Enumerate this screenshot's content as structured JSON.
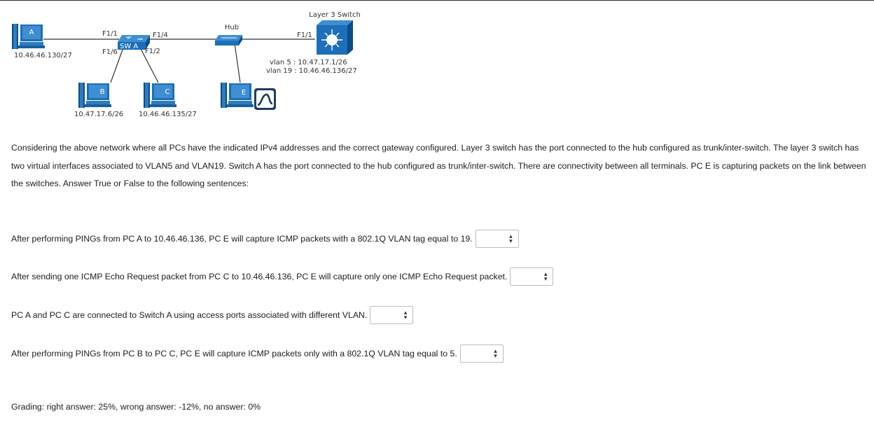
{
  "diagram": {
    "hosts": [
      {
        "id": "A",
        "label": "A",
        "ip": "10.46.46.130/27"
      },
      {
        "id": "B",
        "label": "B",
        "ip": "10.47.17.6/26"
      },
      {
        "id": "C",
        "label": "C",
        "ip": "10.46.46.135/27"
      },
      {
        "id": "E",
        "label": "E",
        "ip": ""
      }
    ],
    "switch_a": {
      "label": "SW A",
      "ports": {
        "f11": "F1/1",
        "f14": "F1/4",
        "f16": "F1/6",
        "f12": "F1/2"
      }
    },
    "hub": {
      "label": "Hub"
    },
    "layer3": {
      "label": "Layer 3 Switch",
      "port": "F1/1",
      "vlan5": "vlan 5 : 10.47.17.1/26",
      "vlan19": "vlan 19 : 10.46.46.136/27"
    },
    "colors": {
      "device_blue": "#1c6fb8",
      "device_dark": "#0d4c86",
      "link": "#333333"
    }
  },
  "intro": "Considering the above network where all PCs have the indicated IPv4 addresses and the correct gateway configured. Layer 3 switch has the port connected to the hub configured as trunk/inter-switch. The layer 3 switch has two virtual interfaces associated to VLAN5 and VLAN19. Switch A has the port connected to the hub configured as trunk/inter-switch. There are connectivity between all terminals. PC E is capturing packets on the link between the switches. Answer True or False to the following sentences:",
  "questions": [
    {
      "text": "After performing PINGs from PC A to 10.46.46.136, PC E will capture ICMP packets with a 802.1Q VLAN tag equal to 19.",
      "selected": ""
    },
    {
      "text": "After sending one ICMP Echo Request packet from PC C to 10.46.46.136, PC E will capture only one ICMP Echo Request packet.",
      "selected": ""
    },
    {
      "text": "PC A and PC C are connected to Switch A using access ports associated with different VLAN.",
      "selected": ""
    },
    {
      "text": "After performing PINGs from PC B to PC C, PC E will capture ICMP packets only with a 802.1Q VLAN tag equal to 5.",
      "selected": ""
    }
  ],
  "grading": "Grading: right answer: 25%, wrong answer: -12%, no answer: 0%"
}
